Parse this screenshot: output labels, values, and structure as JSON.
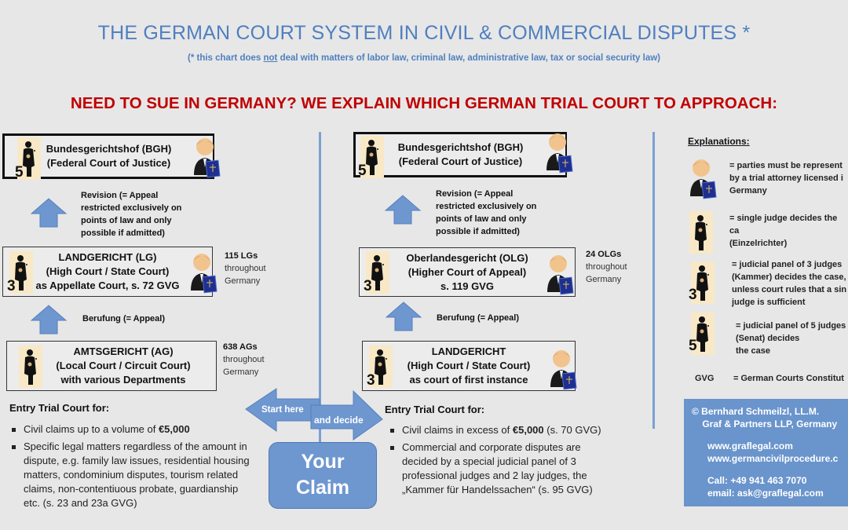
{
  "header": {
    "title": "THE GERMAN COURT SYSTEM IN CIVIL & COMMERCIAL DISPUTES *",
    "subtitle_pre": "(* this chart does ",
    "subtitle_not": "not",
    "subtitle_post": " deal with matters of labor law, criminal law, administrative law, tax or social security law)",
    "headline": "NEED TO SUE IN GERMANY? WE EXPLAIN WHICH GERMAN TRIAL COURT TO APPROACH:"
  },
  "colors": {
    "title": "#4f7fc0",
    "headline": "#c00000",
    "arrow": "#6e97d0",
    "divider": "#7ba0d4",
    "judge_bg": "#f8e8c6"
  },
  "left": {
    "bgh": {
      "name": "Bundesgerichtshof (BGH)\n(Federal Court of Justice)",
      "judges": "5",
      "lawyer": true
    },
    "revision": "Revision  (= Appeal\nrestricted exclusively on\npoints of law and only\npossible if admitted)",
    "lg": {
      "name": "LANDGERICHT (LG)\n(High Court / State Court)\nas Appellate Court, s. 72 GVG",
      "judges": "3",
      "lawyer": true
    },
    "lg_count": {
      "number": "115 LGs",
      "text": "throughout\nGermany"
    },
    "berufung": "Berufung (= Appeal)",
    "ag": {
      "name": "AMTSGERICHT (AG)\n(Local Court / Circuit Court)\nwith various Departments",
      "judges": "",
      "lawyer": false
    },
    "ag_count": {
      "number": "638 AGs",
      "text": "throughout\nGermany"
    },
    "entry_heading": "Entry Trial Court for:",
    "bullets": [
      {
        "pre": "Civil claims up to a volume of ",
        "bold": "€5,000",
        "post": ""
      },
      {
        "pre": "Specific legal matters regardless of the amount in dispute, e.g. family law issues, residential housing matters, condominium disputes, tourism related claims, non-contentiuous probate, guardianship etc. (s. 23 and 23a GVG)",
        "bold": "",
        "post": ""
      }
    ]
  },
  "center": {
    "start_here": "Start here",
    "and_decide": "and decide",
    "your_claim": "Your\nClaim"
  },
  "right": {
    "bgh": {
      "name": "Bundesgerichtshof (BGH)\n(Federal Court of Justice)",
      "judges": "5",
      "lawyer": true
    },
    "revision": "Revision  (= Appeal\nrestricted exclusively on\npoints of law and only\npossible if admitted)",
    "olg": {
      "name": "Oberlandesgericht (OLG)\n(Higher Court of Appeal)\ns. 119 GVG",
      "judges": "3",
      "lawyer": true
    },
    "olg_count": {
      "number": "24 OLGs",
      "text": "throughout\nGermany"
    },
    "berufung": "Berufung (= Appeal)",
    "lg": {
      "name": "LANDGERICHT\n(High Court / State Court)\nas court of first instance",
      "judges": "3",
      "lawyer": true
    },
    "entry_heading": "Entry Trial Court for:",
    "bullets": [
      {
        "pre": "Civil claims in excess of ",
        "bold": "€5,000",
        "post": "  (s. 70 GVG)"
      },
      {
        "pre": "Commercial and corporate disputes are decided by a special judicial panel of 3 professional judges and 2 lay judges, the „Kammer für Handelssachen“ (s. 95 GVG)",
        "bold": "",
        "post": ""
      }
    ]
  },
  "explanations": {
    "heading": "Explanations:",
    "lawyer": "= parties must be represent\nby a trial attorney licensed i\nGermany",
    "single": "= single judge decides the ca\n(Einzelrichter)",
    "panel3": "= judicial panel of 3 judges\n(Kammer) decides the case,\nunless court rules that a sin\njudge is sufficient",
    "panel5": "= judicial panel of 5 judges\n(Senat) decides\nthe case",
    "panel3_num": "3",
    "panel5_num": "5",
    "gvg_abbr": "GVG",
    "gvg": "= German Courts Constitut"
  },
  "contact": {
    "line1": "©  Bernhard Schmeilzl, LL.M.",
    "line2": "    Graf & Partners LLP, Germany",
    "web1": "www.graflegal.com",
    "web2": "www.germancivilprocedure.c",
    "phone": "Call: +49 941 463 7070",
    "email": "email:  ask@graflegal.com"
  }
}
